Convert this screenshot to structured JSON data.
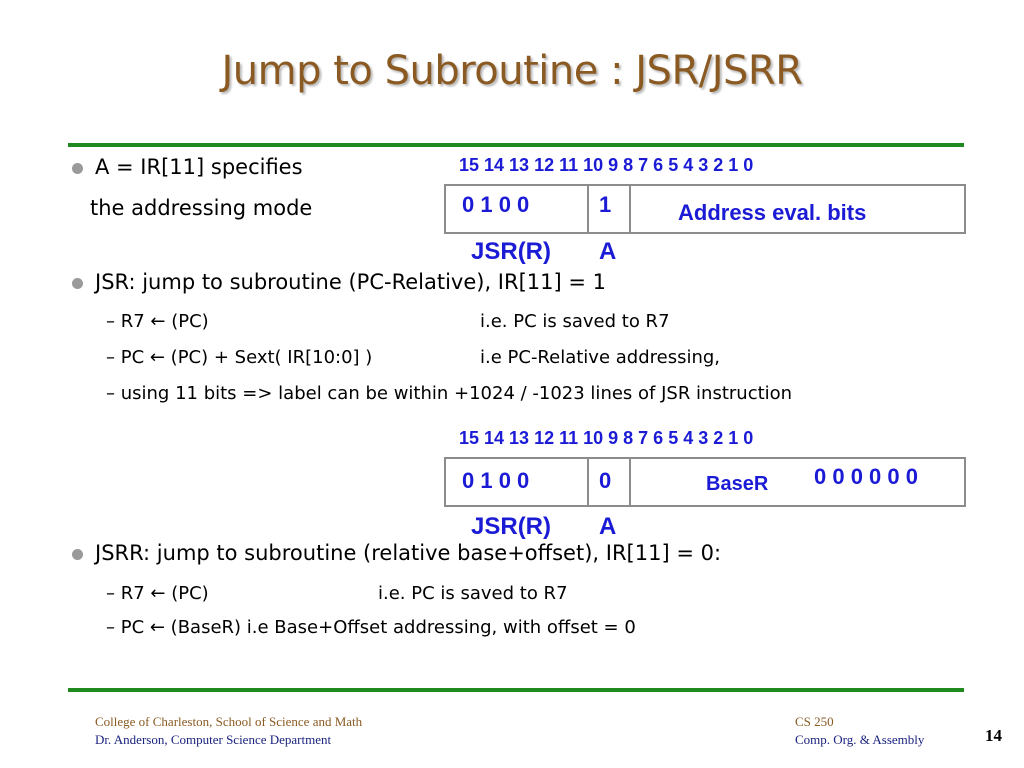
{
  "title": "Jump to Subroutine : JSR/JSRR",
  "section1": {
    "line1": "A = IR[11] specifies",
    "line2": "the addressing mode"
  },
  "format1": {
    "bit_numbers": "15 14 13 12   11  10  9    8  7  6    5  4  3  2  1  0",
    "opcode": "0  1  0  0",
    "a_bit": "1",
    "field": "Address eval. bits",
    "label_op": "JSR(R)",
    "label_a": "A"
  },
  "section2": {
    "bullet": "JSR: jump to subroutine (PC-Relative), IR[11] = 1",
    "sub1_left": "– R7 ← (PC)",
    "sub1_right": "i.e. PC is saved to R7",
    "sub2_left": "– PC ← (PC) + Sext( IR[10:0] )",
    "sub2_right": "i.e PC-Relative addressing,",
    "sub3": "– using 11 bits => label can be within  +1024 / -1023 lines of JSR instruction"
  },
  "format2": {
    "bit_numbers": "15 14 13 12   11  10  9    8   7   6   5  4  3  2  1  0",
    "opcode": "0  1  0  0",
    "a_bit": "0",
    "field": "BaseR",
    "zeros": "0 0 0 0 0 0",
    "label_op": "JSR(R)",
    "label_a": "A"
  },
  "section3": {
    "bullet": "JSRR: jump to subroutine (relative base+offset), IR[11] = 0:",
    "sub1_left": "– R7 ← (PC)",
    "sub1_right": "i.e. PC is saved to R7",
    "sub2": "– PC ← (BaseR) i.e Base+Offset addressing, with offset = 0"
  },
  "footer": {
    "left1": "College of Charleston, School of Science and Math",
    "left2": "Dr. Anderson, Computer Science Department",
    "right1": "CS 250",
    "right2": "Comp. Org. & Assembly",
    "page": "14"
  },
  "colors": {
    "title": "#8a5a22",
    "rule": "#1f8a1f",
    "bits_blue": "#1b1bd6",
    "footer_dark": "#1a237e"
  }
}
